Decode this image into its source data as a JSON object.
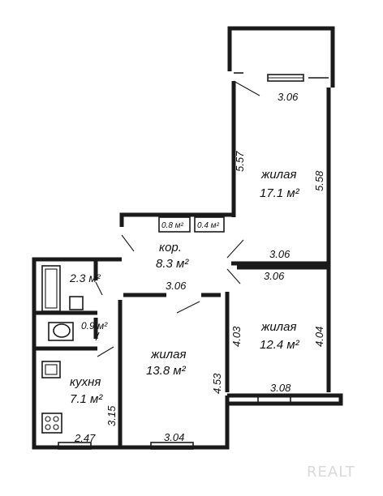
{
  "rooms": {
    "living_top": {
      "name": "жилая",
      "area": "17.1 м²"
    },
    "corridor": {
      "name": "кор.",
      "area": "8.3 м²"
    },
    "closet_1": {
      "area": "0.8 м²"
    },
    "closet_2": {
      "area": "0.4 м²"
    },
    "bathroom": {
      "area": "2.3 м²"
    },
    "toilet": {
      "area": "0.9 м²"
    },
    "kitchen": {
      "name": "кухня",
      "area": "7.1 м²"
    },
    "living_mid": {
      "name": "жилая",
      "area": "13.8 м²"
    },
    "living_right": {
      "name": "жилая",
      "area": "12.4 м²"
    }
  },
  "dimensions": {
    "top_room_top_width": "3.06",
    "top_room_left_height": "5.57",
    "top_room_right_height": "5.58",
    "top_room_bottom_width": "3.06",
    "right_room_top_width": "3.06",
    "corridor_width": "3.06",
    "right_room_left_height": "4.03",
    "right_room_right_height": "4.04",
    "right_room_bottom_width": "3.08",
    "mid_room_height": "4.53",
    "mid_room_bottom_width": "3.04",
    "kitchen_height": "3.15",
    "kitchen_width": "2.47"
  },
  "watermark": "REALT",
  "colors": {
    "ink": "#1a1a1a",
    "watermark": "#d9d9d9"
  }
}
